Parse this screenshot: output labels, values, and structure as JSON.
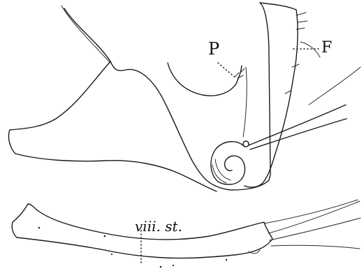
{
  "labels": {
    "p": "P",
    "f": "F",
    "sternite": "viii. st."
  },
  "colors": {
    "ink": "#1a1a1a",
    "background": "#ffffff"
  }
}
